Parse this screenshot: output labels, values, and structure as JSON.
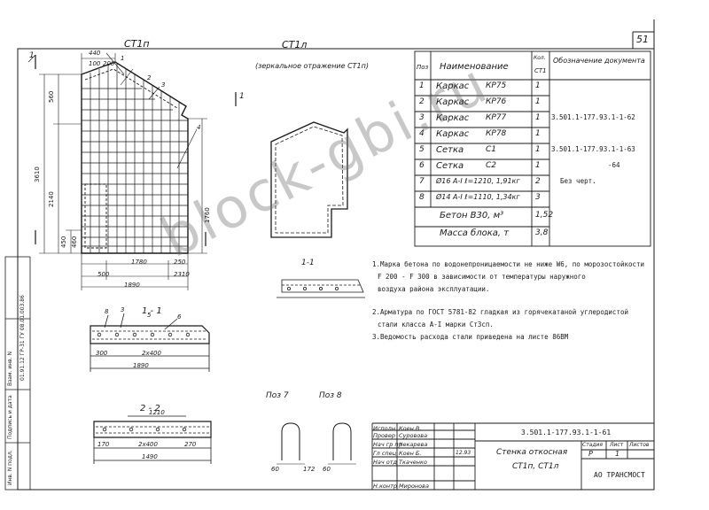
{
  "sheet_number": "51",
  "views": {
    "ct1p_title": "СТ1п",
    "ct1l_title": "СТ1л",
    "ct1l_subtitle": "(зеркальное отражение СТ1п)",
    "section_11_top": "1-1",
    "section_11": "1 - 1",
    "section_22": "2 - 2",
    "poz7": "Поз 7",
    "poz8": "Поз 8",
    "cut_mark": "1"
  },
  "dimensions": {
    "top_440": "440",
    "top_100": "100",
    "top_200": "200",
    "left_560": "560",
    "left_2140": "2140",
    "left_3610": "3610",
    "left_450": "450",
    "left_460": "460",
    "right_1760": "1760",
    "bottom_1780": "1780",
    "bottom_250": "250",
    "bottom_500": "500",
    "bottom_2310": "2310",
    "bottom_1890": "1890",
    "s11_300": "300",
    "s11_2x": "2x400",
    "s11_1890": "1890",
    "s22_1210": "1210",
    "s22_2x": "2x400",
    "s22_1490": "1490",
    "s22_270": "270",
    "s22_170": "170",
    "marker_5": "5",
    "marker_6": "6",
    "marker_3": "3",
    "marker_1": "1",
    "marker_2": "2",
    "marker_4": "4",
    "marker_8": "8",
    "poz_60": "60",
    "poz_172": "172"
  },
  "spec_table": {
    "headers": {
      "pos": "Поз",
      "name": "Наименование",
      "qty_top": "Кол.",
      "qty_bottom": "СТ1",
      "doc": "Обозначение документа"
    },
    "rows": [
      {
        "pos": "1",
        "name": "Каркас",
        "mark": "КР75",
        "qty": "1",
        "doc": ""
      },
      {
        "pos": "2",
        "name": "Каркас",
        "mark": "КР76",
        "qty": "1",
        "doc": ""
      },
      {
        "pos": "3",
        "name": "Каркас",
        "mark": "КР77",
        "qty": "1",
        "doc": "3.501.1-177.93.1-1-62"
      },
      {
        "pos": "4",
        "name": "Каркас",
        "mark": "КР78",
        "qty": "1",
        "doc": ""
      },
      {
        "pos": "5",
        "name": "Сетка",
        "mark": "С1",
        "qty": "1",
        "doc": "3.501.1-177.93.1-1-63"
      },
      {
        "pos": "6",
        "name": "Сетка",
        "mark": "С2",
        "qty": "1",
        "doc": "-64"
      },
      {
        "pos": "7",
        "name": "Ø16 А-I ℓ=1210, 1,91кг",
        "mark": "",
        "qty": "2",
        "doc": "Без черт."
      },
      {
        "pos": "8",
        "name": "Ø14 А-I ℓ=1110, 1,34кг",
        "mark": "",
        "qty": "3",
        "doc": ""
      },
      {
        "pos": "",
        "name": "Бетон В30, м³",
        "mark": "",
        "qty": "1,52",
        "doc": ""
      },
      {
        "pos": "",
        "name": "Масса блока, т",
        "mark": "",
        "qty": "3,8",
        "doc": ""
      }
    ]
  },
  "notes": {
    "n1a": "1.Марка бетона по водонепроницаемости не ниже W6, по морозостойкости",
    "n1b": "F 200 - F 300 в зависимости от          температуры наружного",
    "n1c": "воздуха района эксплуатации.",
    "n2a": "2.Арматура по ГОСТ 5781-82 гладкая из горячекатаной углеродистой",
    "n2b": "стали класса А-I марки Ст3сп.",
    "n3": "3.Ведомость расхода стали приведена на листе 86ВМ"
  },
  "title_block": {
    "document_code": "3.501.1-177.93.1-1-61",
    "drawing_title_line1": "Стенка откосная",
    "drawing_title_line2": "СТ1п, СТ1л",
    "stage_label": "Стадия",
    "sheet_label": "Лист",
    "sheets_label": "Листов",
    "stage_value": "Р",
    "sheet_value": "1",
    "organization": "АО ТРАНСМОСТ",
    "date": "12.93",
    "signers": [
      {
        "role": "Исполн",
        "name": "Коен В."
      },
      {
        "role": "Провер",
        "name": "Суровова"
      },
      {
        "role": "Нач гр пр",
        "name": "Чекарева"
      },
      {
        "role": "Гл спец",
        "name": "Коен Б."
      },
      {
        "role": "Нач отд",
        "name": "Ткаченко"
      },
      {
        "role": "Н.контр",
        "name": "Миронова"
      }
    ]
  },
  "side_stamp": {
    "inv": "Инв. N подл.",
    "sign_date": "Подпись и дата",
    "inv_dup": "Взам. инв. N",
    "code": "01.91.12 ГР-31 ГУ 08.01.003.86"
  },
  "watermark": "block-gbi.ru"
}
